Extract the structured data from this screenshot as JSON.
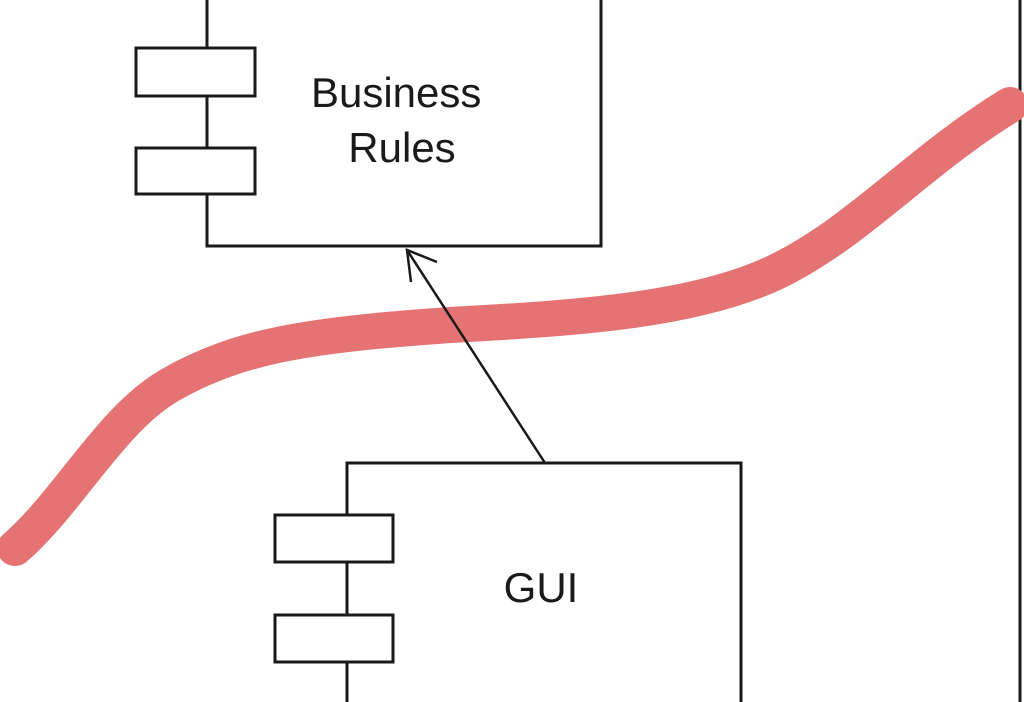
{
  "diagram": {
    "components": [
      {
        "id": "business-rules",
        "label_lines": [
          "Business",
          "Rules"
        ]
      },
      {
        "id": "gui",
        "label_lines": [
          "GUI"
        ]
      }
    ],
    "dependency": {
      "from": "gui",
      "to": "business-rules"
    },
    "boundary_color": "#e57373"
  }
}
